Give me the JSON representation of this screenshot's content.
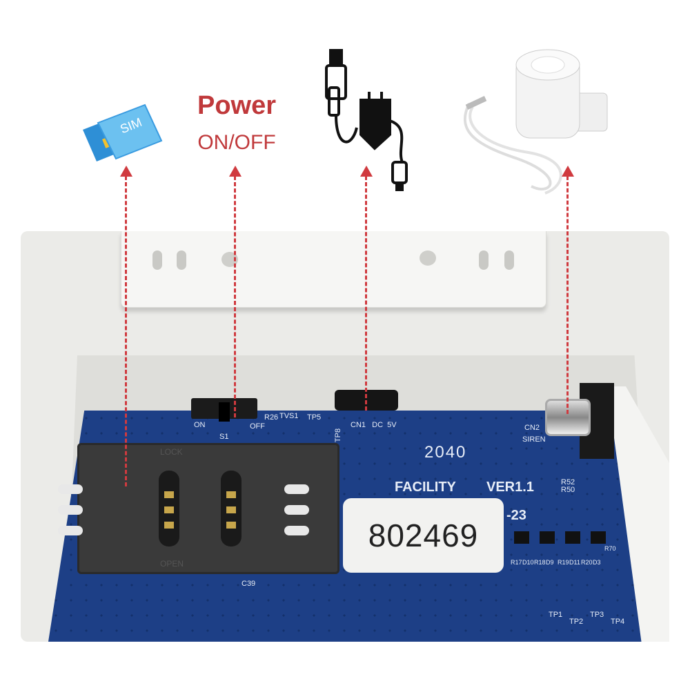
{
  "annotations": {
    "sim_icon_text": "SIM",
    "power_title": "Power",
    "power_subtitle": "ON/OFF"
  },
  "board": {
    "serial_label": "802469",
    "model_code": "2040",
    "facility_text": "FACILITY",
    "version_text": "VER1.1",
    "date_suffix": "-23",
    "switch_on": "ON",
    "switch_off": "OFF",
    "switch_ref": "S1",
    "resistor_ref": "R26",
    "tvs_ref": "TVS1",
    "test_point": "TP5",
    "test_point_8": "TP8",
    "dc_connector": "CN1   DC  5V",
    "siren_connector_ref": "CN2",
    "siren_connector_label": "SIREN",
    "r52": "R52",
    "r50": "R50",
    "sim_lock": "LOCK",
    "sim_open": "OPEN",
    "bottom_refs": [
      "R17",
      "D10",
      "R18",
      "D9",
      "R19",
      "D11",
      "R20",
      "D3",
      "R70"
    ],
    "test_points_bottom": [
      "TP1",
      "TP2",
      "TP3",
      "TP4"
    ],
    "cap_ref": "C39"
  },
  "colors": {
    "accent_red": "#c0393b",
    "pcb_blue": "#1d3f86",
    "housing": "#ebebe8"
  }
}
